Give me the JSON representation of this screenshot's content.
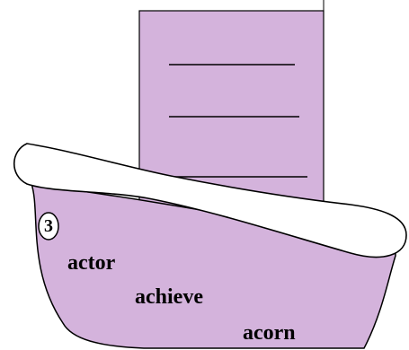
{
  "worksheet": {
    "badge_number": "3",
    "words": [
      "actor",
      "achieve",
      "acorn"
    ],
    "answer_lines": 3
  },
  "colors": {
    "boat_fill": "#d4b3dc",
    "outline": "#000000",
    "rim_fill": "#ffffff"
  }
}
